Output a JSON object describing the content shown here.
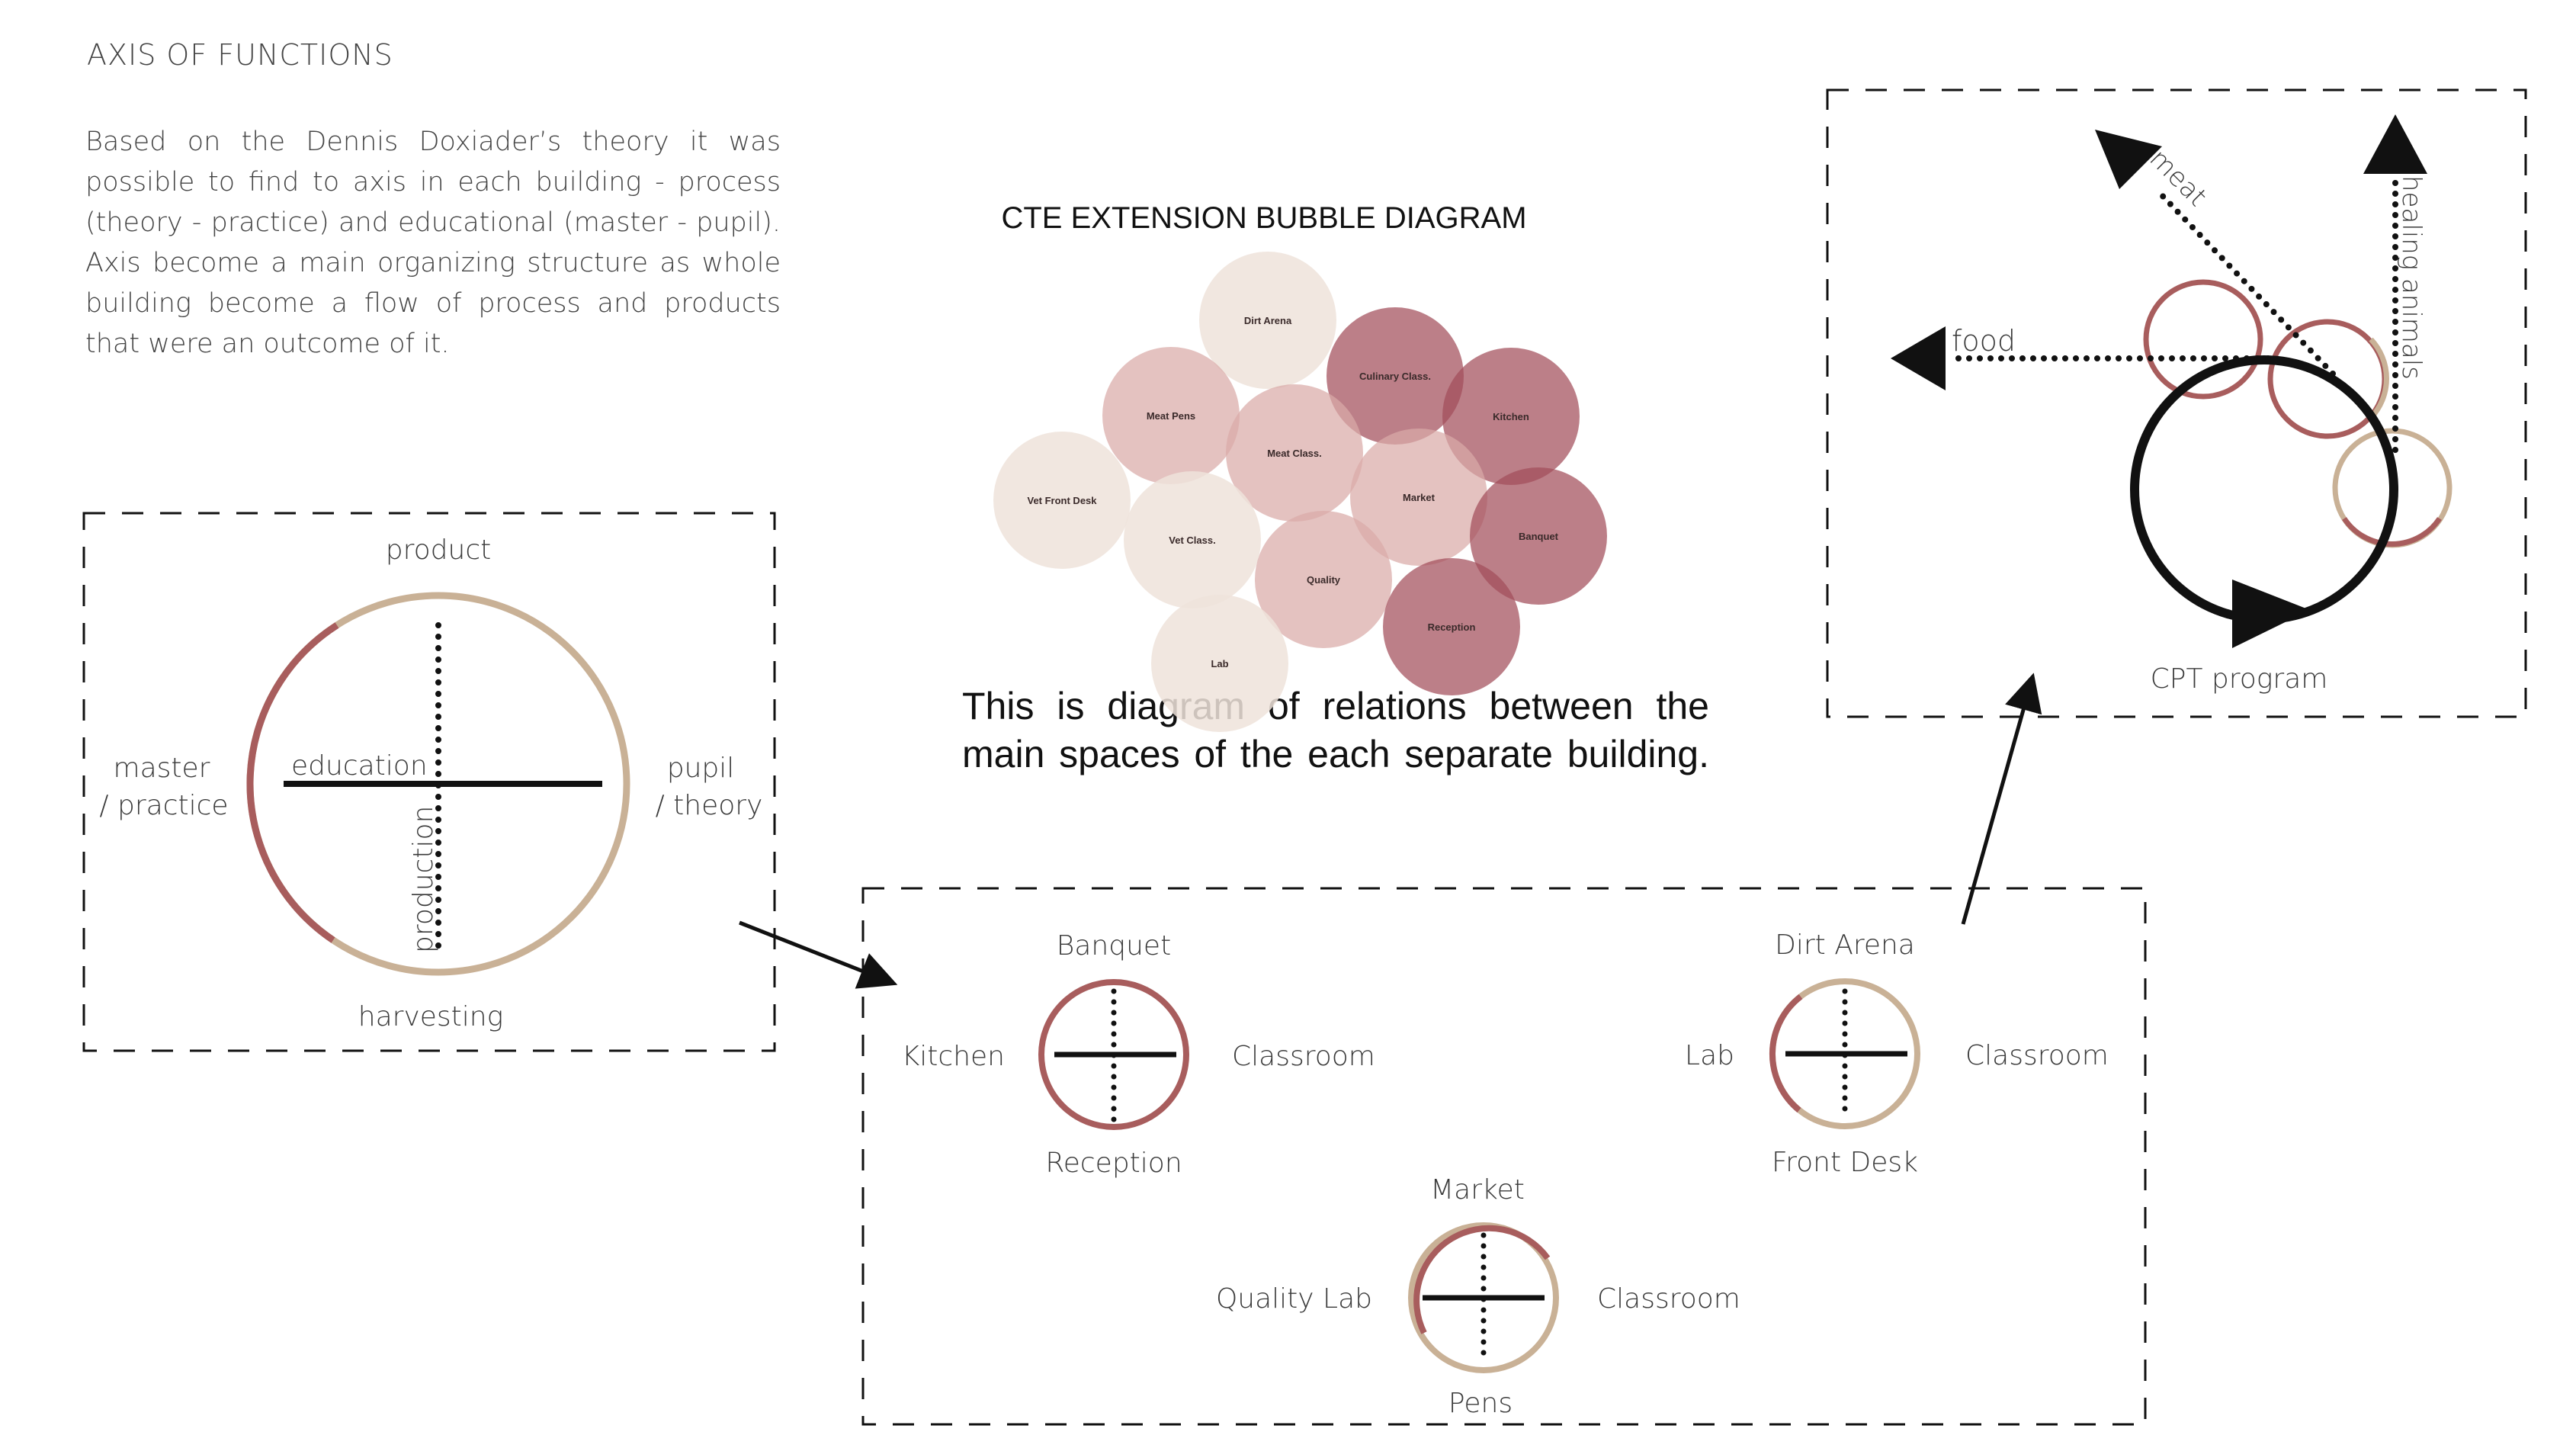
{
  "heading": "AXIS OF FUNCTIONS",
  "intro_text": "Based on the Dennis Doxiader’s theory it was possible to find to axis in each building - process (theory - practice) and educational (master - pupil). Axis become a main organizing structure as whole building become a flow of process and products that were an outcome of it.",
  "axis_diagram": {
    "top": "product",
    "bottom": "harvesting",
    "left_line1": "master",
    "left_line2": "/ practice",
    "right_line1": "pupil",
    "right_line2": "/ theory",
    "horizontal_axis": "education",
    "vertical_axis": "production"
  },
  "bubble_diagram": {
    "title": "CTE EXTENSION BUBBLE DIAGRAM",
    "caption": "This is diagram of relations between the main spaces of the each separate building.",
    "bubbles": [
      {
        "label": "Dirt Arena",
        "shade": 1
      },
      {
        "label": "Meat Pens",
        "shade": 2
      },
      {
        "label": "Culinary Class.",
        "shade": 3
      },
      {
        "label": "Kitchen",
        "shade": 3
      },
      {
        "label": "Vet Front Desk",
        "shade": 1
      },
      {
        "label": "Meat Class.",
        "shade": 2
      },
      {
        "label": "Market",
        "shade": 2
      },
      {
        "label": "Vet Class.",
        "shade": 1
      },
      {
        "label": "Banquet",
        "shade": 3
      },
      {
        "label": "Quality",
        "shade": 2
      },
      {
        "label": "Reception",
        "shade": 3
      },
      {
        "label": "Lab",
        "shade": 1
      }
    ]
  },
  "buildings": [
    {
      "top": "Banquet",
      "left": "Kitchen",
      "right": "Classroom",
      "bottom": "Reception"
    },
    {
      "top": "Dirt Arena",
      "left": "Lab",
      "right": "Classroom",
      "bottom": "Front Desk"
    },
    {
      "top": "Market",
      "left": "Quality Lab",
      "right": "Classroom",
      "bottom": "Pens"
    }
  ],
  "cpt_diagram": {
    "label": "CPT program",
    "arrow_food": "food",
    "arrow_meat": "meat",
    "arrow_healing": "healing animals"
  },
  "colors": {
    "rose": "#a85d5d",
    "tan": "#c9b196",
    "bubble_light": "#efe3da",
    "bubble_mid": "#d9aaa8",
    "bubble_dark": "#a24e5a",
    "ink": "#111111"
  }
}
